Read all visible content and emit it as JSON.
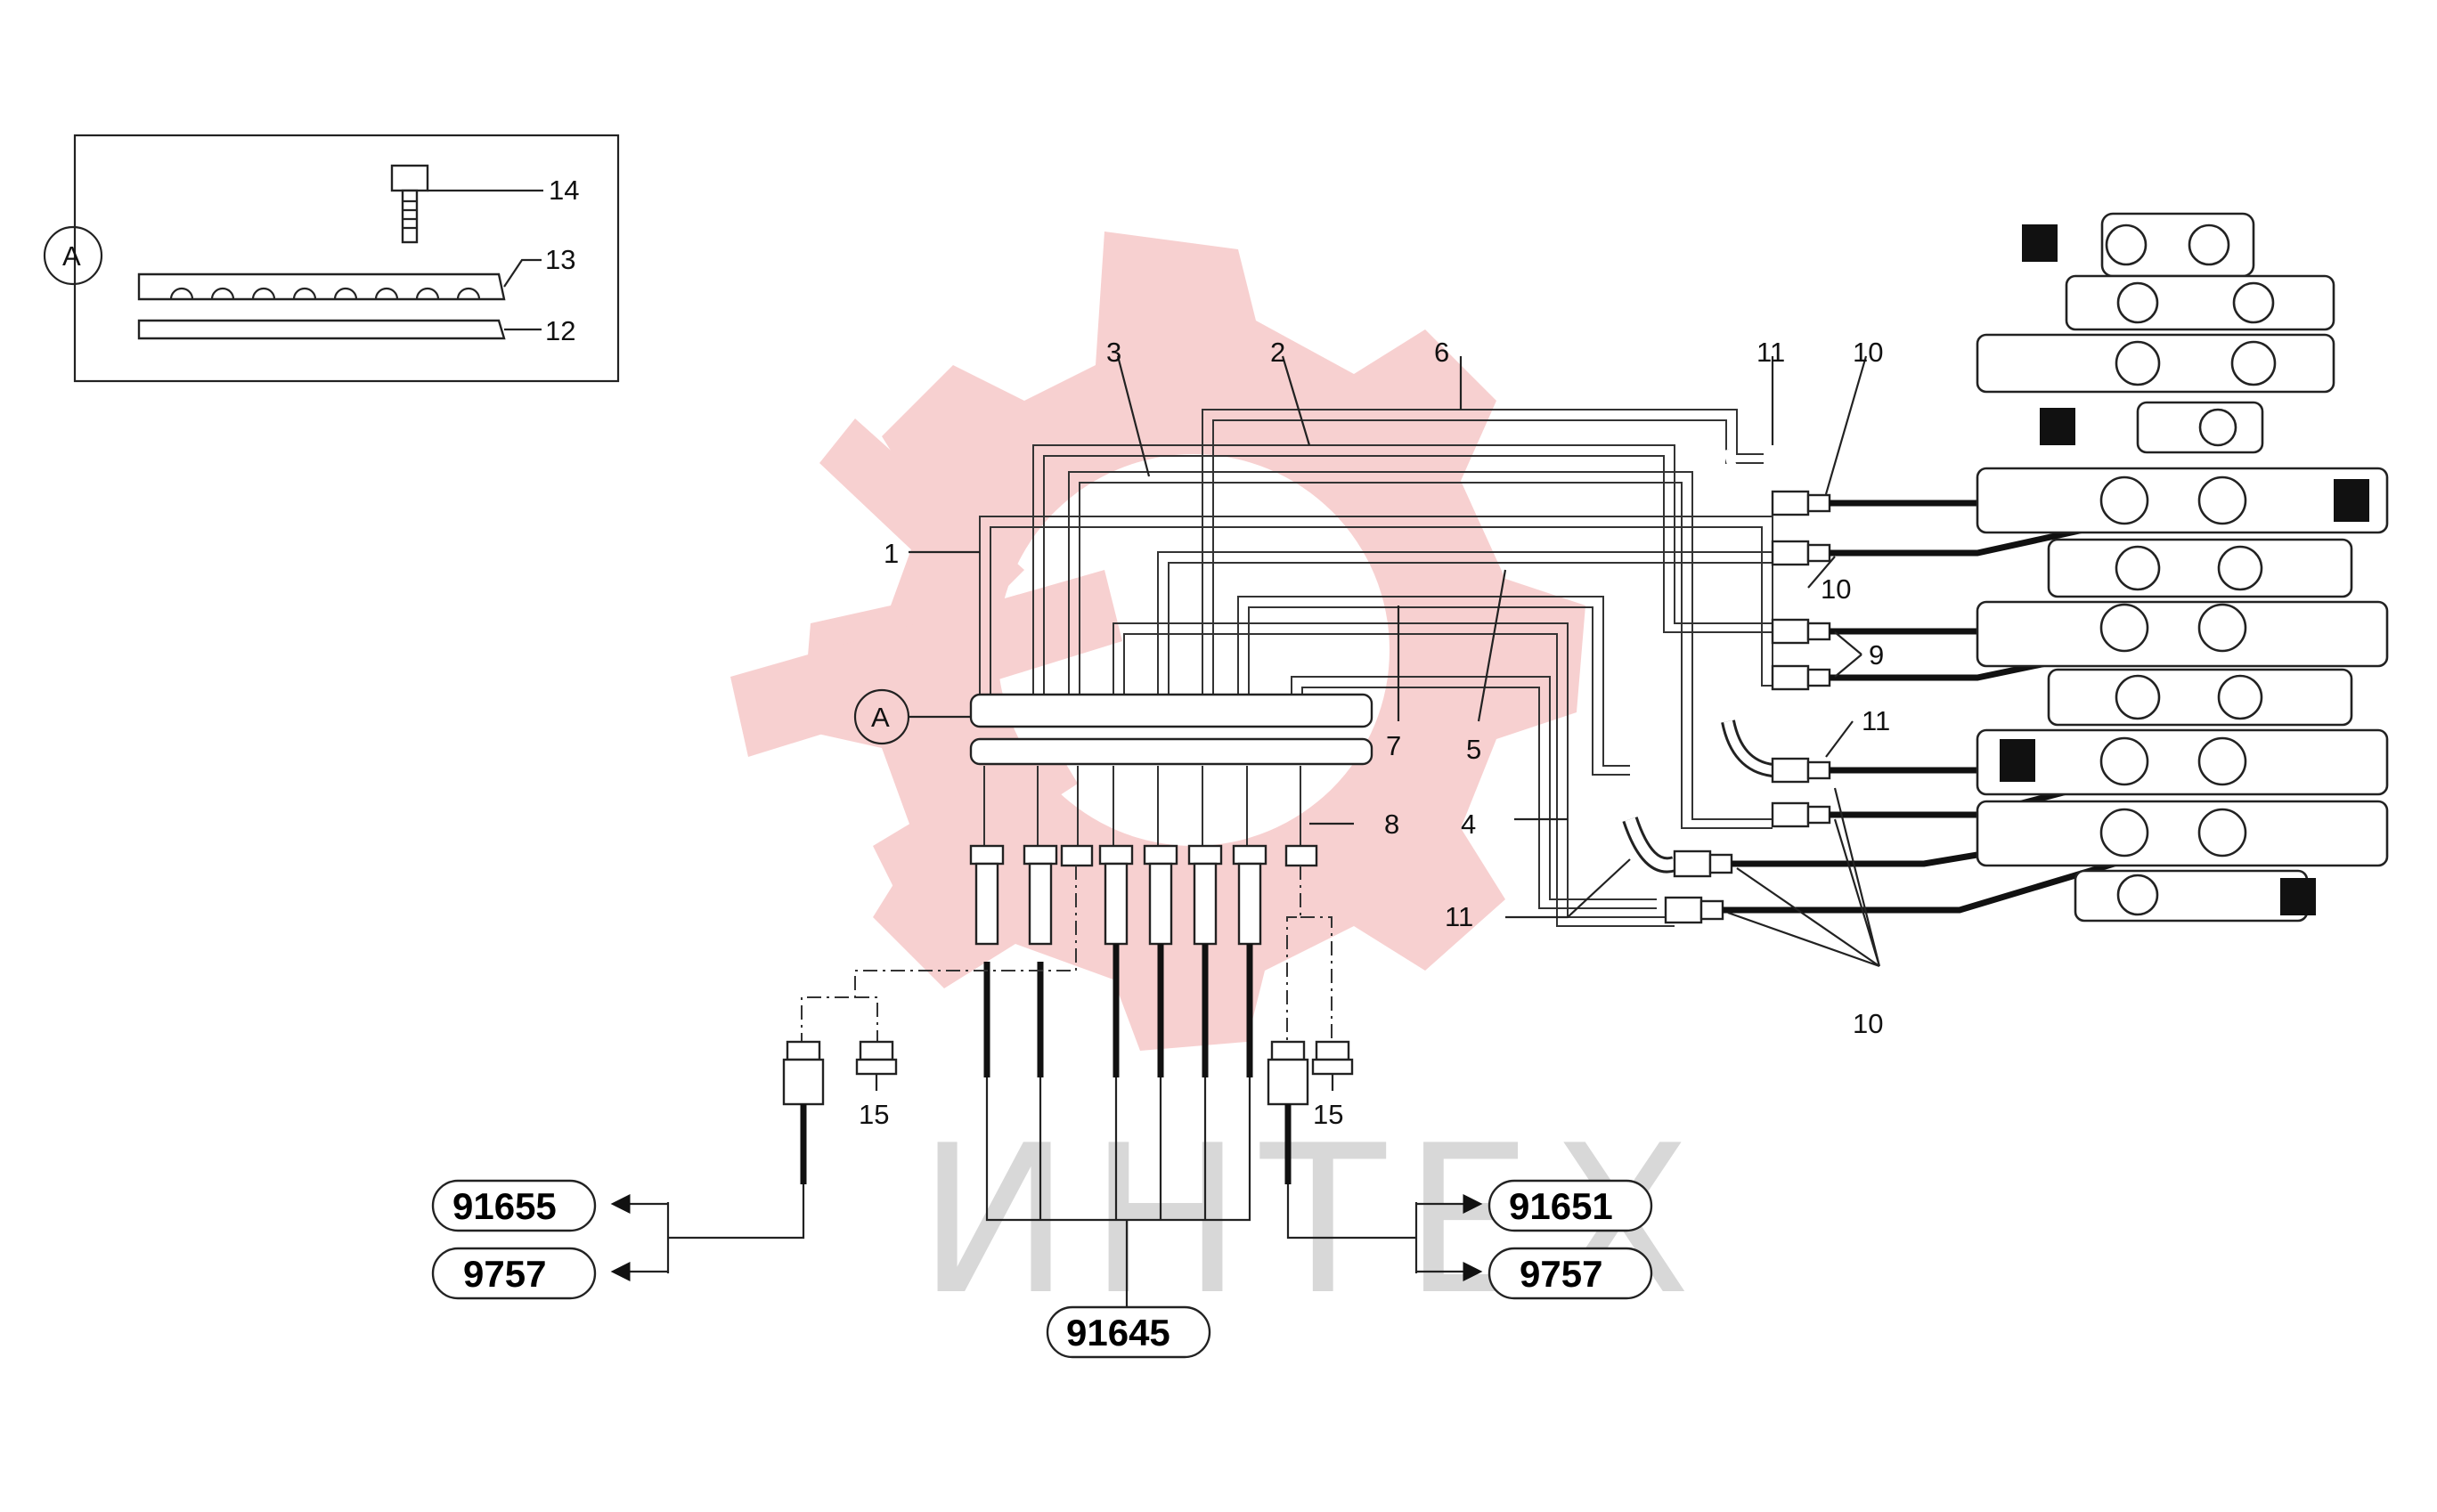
{
  "watermark": "ИНТЕХ",
  "detail": {
    "circle_label": "A",
    "callouts": [
      "14",
      "13",
      "12"
    ]
  },
  "bracket_label": "A",
  "callouts": {
    "c1": "1",
    "c2": "2",
    "c3": "3",
    "c4": "4",
    "c5": "5",
    "c6": "6",
    "c7": "7",
    "c8": "8",
    "c9": "9",
    "c10a": "10",
    "c10b": "10",
    "c10c": "10",
    "c11a": "11",
    "c11b": "11",
    "c11c": "11",
    "c15a": "15",
    "c15b": "15"
  },
  "references": {
    "r91655": "91655",
    "r9757_left": "9757",
    "r91645": "91645",
    "r91651": "91651",
    "r9757_right": "9757"
  },
  "colors": {
    "watermark_red": "#f6c8c8",
    "watermark_text": "#d8d8d8",
    "line": "#222222"
  }
}
